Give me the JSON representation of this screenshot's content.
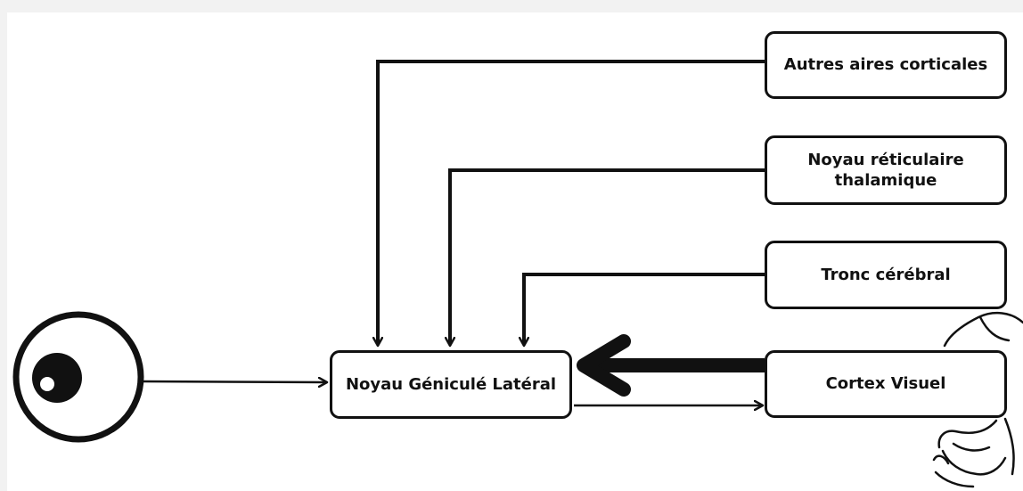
{
  "nodes": {
    "autres": "Autres aires corticales",
    "noyau_ret": "Noyau réticulaire thalamique",
    "tronc": "Tronc cérébral",
    "cortex": "Cortex Visuel",
    "ngl": "Noyau Géniculé Latéral"
  },
  "colors": {
    "stroke": "#111111",
    "background": "#f2f2f2",
    "panel": "#ffffff"
  },
  "icons": [
    "eye-icon",
    "brain-icon"
  ]
}
